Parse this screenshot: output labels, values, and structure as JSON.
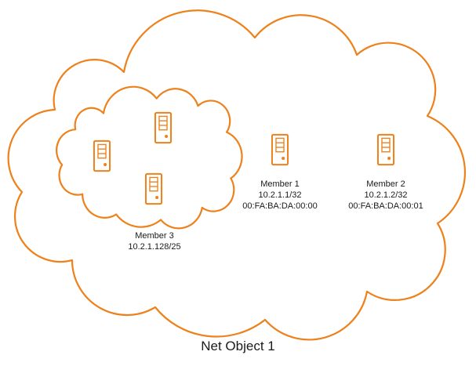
{
  "diagram": {
    "title": "Net Object 1",
    "accent_color": "#ED811C",
    "icons": {
      "server": "server-icon",
      "outer_cloud": "net-object-cloud",
      "inner_cloud": "member3-subnet-cloud"
    },
    "members": [
      {
        "name": "Member 1",
        "address": "10.2.1.1/32",
        "mac": "00:FA:BA:DA:00:00"
      },
      {
        "name": "Member 2",
        "address": "10.2.1.2/32",
        "mac": "00:FA:BA:DA:00:01"
      },
      {
        "name": "Member 3",
        "address": "10.2.1.128/25"
      }
    ]
  }
}
